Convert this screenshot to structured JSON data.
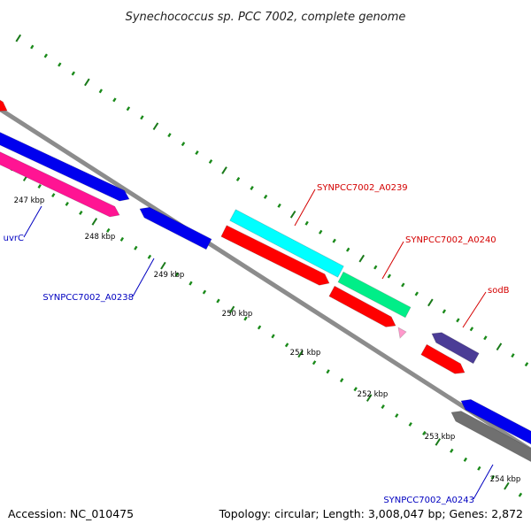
{
  "title": "Synechococcus sp. PCC 7002, complete genome",
  "footer": {
    "accession": "Accession: NC_010475",
    "summary": "Topology: circular; Length: 3,008,047 bp; Genes: 2,872"
  },
  "colors": {
    "backbone": "#8c8c8c",
    "tick_major": "#1a7a1a",
    "tick_minor": "#1a8a1a",
    "label_forward": "#d40000",
    "label_reverse": "#0000c0"
  },
  "ticks": [
    {
      "label": "247 kbp"
    },
    {
      "label": "248 kbp"
    },
    {
      "label": "249 kbp"
    },
    {
      "label": "250 kbp"
    },
    {
      "label": "251 kbp"
    },
    {
      "label": "252 kbp"
    },
    {
      "label": "253 kbp"
    },
    {
      "label": "254 kbp"
    }
  ],
  "features": [
    {
      "name": "red-gene-top-left",
      "color": "#ff0000"
    },
    {
      "name": "blue-gene-left-outer",
      "color": "#0000ee"
    },
    {
      "name": "uvrC-gene",
      "color": "#ff1493"
    },
    {
      "name": "SYNPCC7002_A0238-gene",
      "color": "#0000ee"
    },
    {
      "name": "SYNPCC7002_A0239-gene",
      "color": "#00ffff"
    },
    {
      "name": "red-gene-center",
      "color": "#ff0000"
    },
    {
      "name": "SYNPCC7002_A0240-gene",
      "color": "#00ee88"
    },
    {
      "name": "red-gene-center-right",
      "color": "#ff0000"
    },
    {
      "name": "pink-small-feature",
      "color": "#ff99cc"
    },
    {
      "name": "sodB-gene",
      "color": "#4b3c96"
    },
    {
      "name": "red-gene-right",
      "color": "#ff0000"
    },
    {
      "name": "blue-gene-bottom-right",
      "color": "#0000ee"
    },
    {
      "name": "gray-gene-bottom-right",
      "color": "#707070"
    }
  ],
  "gene_labels": [
    {
      "text": "SYNPCC7002_A0239",
      "color": "#d40000"
    },
    {
      "text": "SYNPCC7002_A0240",
      "color": "#d40000"
    },
    {
      "text": "sodB",
      "color": "#d40000"
    },
    {
      "text": "uvrC",
      "color": "#0000c0"
    },
    {
      "text": "SYNPCC7002_A0238",
      "color": "#0000c0"
    },
    {
      "text": "SYNPCC7002_A0243",
      "color": "#0000c0"
    }
  ]
}
